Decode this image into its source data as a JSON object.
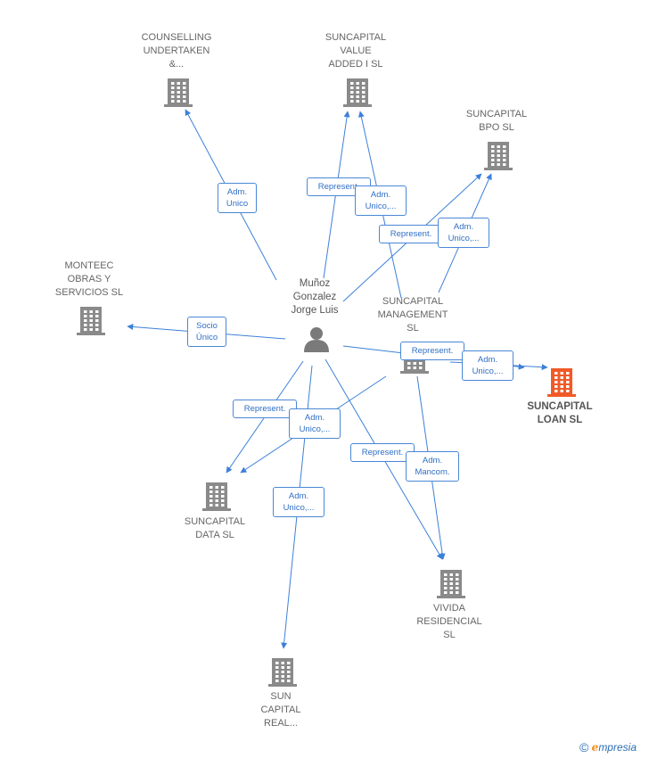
{
  "colors": {
    "edge": "#3d80d9",
    "building": "#8a8a8a",
    "focus_building": "#f05a28",
    "person": "#7a7a7a"
  },
  "nodes": {
    "counselling": {
      "label": [
        "COUNSELLING",
        "UNDERTAKEN",
        "&..."
      ],
      "icon": "building-icon"
    },
    "value_added": {
      "label": [
        "SUNCAPITAL",
        "VALUE",
        "ADDED I  SL"
      ],
      "icon": "building-icon"
    },
    "bpo": {
      "label": [
        "SUNCAPITAL",
        "BPO  SL"
      ],
      "icon": "building-icon"
    },
    "monteec": {
      "label": [
        "MONTEEC",
        "OBRAS Y",
        "SERVICIOS  SL"
      ],
      "icon": "building-icon"
    },
    "person": {
      "label": [
        "Muñoz",
        "Gonzalez",
        "Jorge Luis"
      ],
      "icon": "person-icon"
    },
    "management": {
      "label": [
        "SUNCAPITAL",
        "MANAGEMENT",
        "SL"
      ],
      "icon": "building-icon"
    },
    "loan": {
      "label": [
        "SUNCAPITAL",
        "LOAN  SL"
      ],
      "icon": "building-icon"
    },
    "data": {
      "label": [
        "SUNCAPITAL",
        "DATA  SL"
      ],
      "icon": "building-icon"
    },
    "vivida": {
      "label": [
        "VIVIDA",
        "RESIDENCIAL",
        "SL"
      ],
      "icon": "building-icon"
    },
    "real": {
      "label": [
        "SUN",
        "CAPITAL",
        "REAL..."
      ],
      "icon": "building-icon"
    }
  },
  "edges": [
    {
      "label": [
        "Adm.",
        "Unico"
      ]
    },
    {
      "label": [
        "Represent."
      ]
    },
    {
      "label": [
        "Adm.",
        "Unico,..."
      ]
    },
    {
      "label": [
        "Represent."
      ]
    },
    {
      "label": [
        "Adm.",
        "Unico,..."
      ]
    },
    {
      "label": [
        "Socio",
        "Único"
      ]
    },
    {
      "label": [
        "Represent."
      ]
    },
    {
      "label": [
        "Adm.",
        "Unico,..."
      ]
    },
    {
      "label": [
        "Represent."
      ]
    },
    {
      "label": [
        "Adm.",
        "Unico,..."
      ]
    },
    {
      "label": [
        "Represent."
      ]
    },
    {
      "label": [
        "Adm.",
        "Mancom."
      ]
    },
    {
      "label": [
        "Adm.",
        "Unico,..."
      ]
    }
  ],
  "brand": {
    "copyright": "©",
    "initial": "e",
    "rest": "mpresia"
  }
}
